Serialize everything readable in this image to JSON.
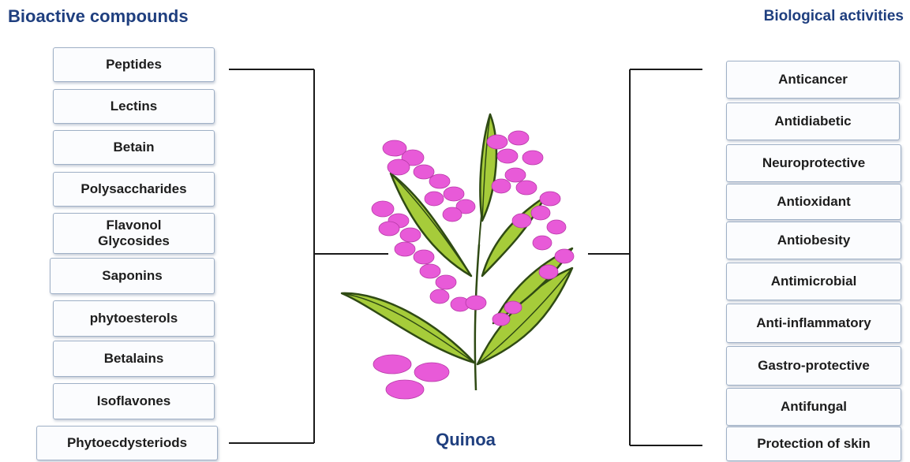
{
  "headings": {
    "left": "Bioactive compounds",
    "right": "Biological activities"
  },
  "compounds": [
    "Peptides",
    "Lectins",
    "Betain",
    "Polysaccharides",
    "Flavonol\nGlycosides",
    "Saponins",
    "phytoesterols",
    "Betalains",
    "Isoflavones",
    "Phytoecdysteriods"
  ],
  "activities": [
    "Anticancer",
    "Antidiabetic",
    "Neuroprotective",
    "Antioxidant",
    "Antiobesity",
    "Antimicrobial",
    "Anti-inflammatory",
    "Gastro-protective",
    "Antifungal",
    "Protection of skin"
  ],
  "center_label": "Quinoa",
  "colors": {
    "heading": "#1f3f7f",
    "flower": "#e85ad8",
    "leaf": "#a6cc3a",
    "leaf_dark": "#2f4a14"
  },
  "illustration": "quinoa-plant-icon"
}
